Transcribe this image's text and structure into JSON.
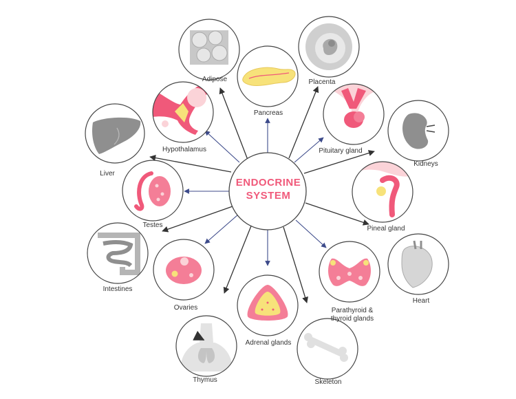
{
  "title_line1": "ENDOCRINE",
  "title_line2": "SYSTEM",
  "colors": {
    "accent": "#f0597a",
    "pink_light": "#fbd3d8",
    "gray_organ": "#9a9a9a",
    "gray_light": "#d9d9d9",
    "yellow": "#f7e27a",
    "circle_stroke": "#444444",
    "arrow_dark": "#333333",
    "arrow_blue": "#3c4a8a"
  },
  "nodes": [
    {
      "id": "adipose",
      "label": "Adipose",
      "icon": "adipose-tissue-icon"
    },
    {
      "id": "pancreas",
      "label": "Pancreas",
      "icon": "pancreas-icon"
    },
    {
      "id": "placenta",
      "label": "Placenta",
      "icon": "placenta-icon"
    },
    {
      "id": "hypothalamus",
      "label": "Hypothalamus",
      "icon": "hypothalamus-icon"
    },
    {
      "id": "pituitary",
      "label": "Pituitary gland",
      "icon": "pituitary-gland-icon"
    },
    {
      "id": "liver",
      "label": "Liver",
      "icon": "liver-icon"
    },
    {
      "id": "kidneys",
      "label": "Kidneys",
      "icon": "kidney-icon"
    },
    {
      "id": "testes",
      "label": "Testes",
      "icon": "testes-icon"
    },
    {
      "id": "pineal",
      "label": "Pineal gland",
      "icon": "pineal-gland-icon"
    },
    {
      "id": "intestines",
      "label": "Intestines",
      "icon": "intestines-icon"
    },
    {
      "id": "ovaries",
      "label": "Ovaries",
      "icon": "ovary-icon"
    },
    {
      "id": "adrenal",
      "label": "Adrenal glands",
      "icon": "adrenal-gland-icon"
    },
    {
      "id": "parathyroid",
      "label": "Parathyroid &\nthyroid glands",
      "icon": "thyroid-gland-icon"
    },
    {
      "id": "heart",
      "label": "Heart",
      "icon": "heart-icon"
    },
    {
      "id": "thymus",
      "label": "Thymus",
      "icon": "thymus-icon"
    },
    {
      "id": "skeleton",
      "label": "Skeleton",
      "icon": "bone-icon"
    }
  ]
}
